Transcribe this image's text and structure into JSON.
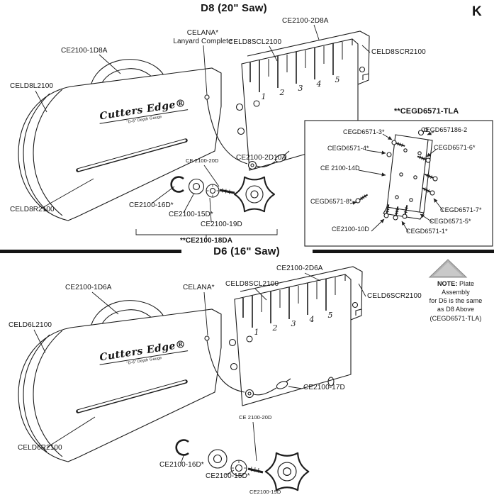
{
  "page": {
    "corner_letter": "K"
  },
  "d8": {
    "title": "D8 (20\" Saw)",
    "logo": "Cutters Edge®",
    "logo_sub": "\"D-8\" Depth Gauge",
    "scale_numbers": [
      "1",
      "2",
      "3",
      "4",
      "5"
    ],
    "labels": {
      "plate_assembly": "CE2100-2D8A",
      "lanyard_name": "CELANA*",
      "lanyard_desc": "Lanyard Complete",
      "scale_left": "CELD8SCL2100",
      "handle": "CE2100-1D8A",
      "scale_right": "CELD8SCR2100",
      "body_left": "CELD8L2100",
      "stud": "CE 2100-20D",
      "lanyard_clip": "CE2100-2D10A",
      "body_right": "CELD8R2100",
      "retaining_ring": "CE2100-16D*",
      "flat_washer": "CE2100-15D*",
      "cup_washer": "CE2100-19D",
      "knob_assembly": "**CE2100-18DA"
    }
  },
  "inset": {
    "title": "**CEGD6571-TLA",
    "labels": {
      "part_3": "CEGD6571-3*",
      "part_186_2": "CEGD657186-2",
      "part_4": "CEGD6571-4*",
      "part_6": "CEGD6571-6*",
      "part_14d": "CE 2100-14D",
      "part_8": "CEGD6571-8*",
      "part_7": "CEGD6571-7*",
      "part_5": "CEGD6571-5*",
      "part_10d": "CE2100-10D",
      "part_1": "CEGD6571-1*"
    }
  },
  "d6": {
    "title": "D6 (16\" Saw)",
    "logo": "Cutters Edge®",
    "logo_sub": "\"D-6\" Depth Gauge",
    "scale_numbers": [
      "1",
      "2",
      "3",
      "4",
      "5"
    ],
    "labels": {
      "plate_assembly": "CE2100-2D6A",
      "scale_left": "CELD8SCL2100",
      "handle": "CE2100-1D6A",
      "lanyard_name": "CELANA*",
      "scale_right": "CELD6SCR2100",
      "body_left": "CELD6L2100",
      "body_right": "CELD6R2100",
      "lanyard_clip": "CE2100-17D",
      "stud": "CE 2100-20D",
      "retaining_ring": "CE2100-16D*",
      "flat_washer": "CE2100-15D*",
      "cup_washer": "CE2100-19D"
    },
    "note": {
      "heading": "NOTE:",
      "rest": " Plate",
      "line2": "Assembly",
      "line3": "for D6 is the same",
      "line4": "as D8 Above",
      "line5": "(CEGD6571-TLA)"
    }
  }
}
